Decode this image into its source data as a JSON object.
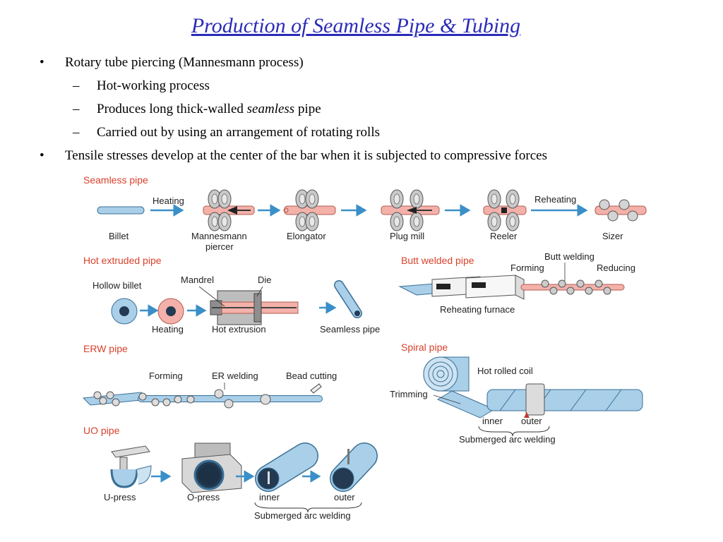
{
  "slide": {
    "title": "Production of Seamless Pipe & Tubing",
    "bullets": {
      "b1": "Rotary tube piercing (Mannesmann process)",
      "s1": "Hot-working process",
      "s2_pre": "Produces long thick-walled ",
      "s2_em": "seamless",
      "s2_post": " pipe",
      "s3": "Carried out by using an arrangement of rotating rolls",
      "b2": "Tensile stresses develop at the center of the bar when it is subjected to compressive forces"
    }
  },
  "diagram": {
    "seamless": {
      "title": "Seamless pipe",
      "heating": "Heating",
      "billet": "Billet",
      "mannesmann_1": "Mannesmann",
      "mannesmann_2": "piercer",
      "elongator": "Elongator",
      "plug_mill": "Plug mill",
      "reeler": "Reeler",
      "reheating": "Reheating",
      "sizer": "Sizer"
    },
    "hot_extruded": {
      "title": "Hot extruded pipe",
      "hollow_billet": "Hollow billet",
      "mandrel": "Mandrel",
      "die": "Die",
      "heating": "Heating",
      "hot_extrusion": "Hot extrusion",
      "seamless_pipe": "Seamless pipe"
    },
    "butt_welded": {
      "title": "Butt welded pipe",
      "butt_welding": "Butt welding",
      "forming": "Forming",
      "reducing": "Reducing",
      "reheating_furnace": "Reheating furnace"
    },
    "erw": {
      "title": "ERW pipe",
      "forming": "Forming",
      "er_welding": "ER welding",
      "bead_cutting": "Bead cutting"
    },
    "spiral": {
      "title": "Spiral pipe",
      "hot_rolled_coil": "Hot rolled coil",
      "trimming": "Trimming",
      "inner": "inner",
      "outer": "outer",
      "saw": "Submerged arc welding"
    },
    "uo": {
      "title": "UO pipe",
      "u_press": "U-press",
      "o_press": "O-press",
      "inner": "inner",
      "outer": "outer",
      "saw": "Submerged arc welding"
    }
  },
  "colors": {
    "title": "#2b2bb8",
    "section": "#d9412b",
    "arrow": "#3a8fc8",
    "pipe_blue": "#a9cfe9",
    "pipe_hot": "#f3b1aa"
  }
}
